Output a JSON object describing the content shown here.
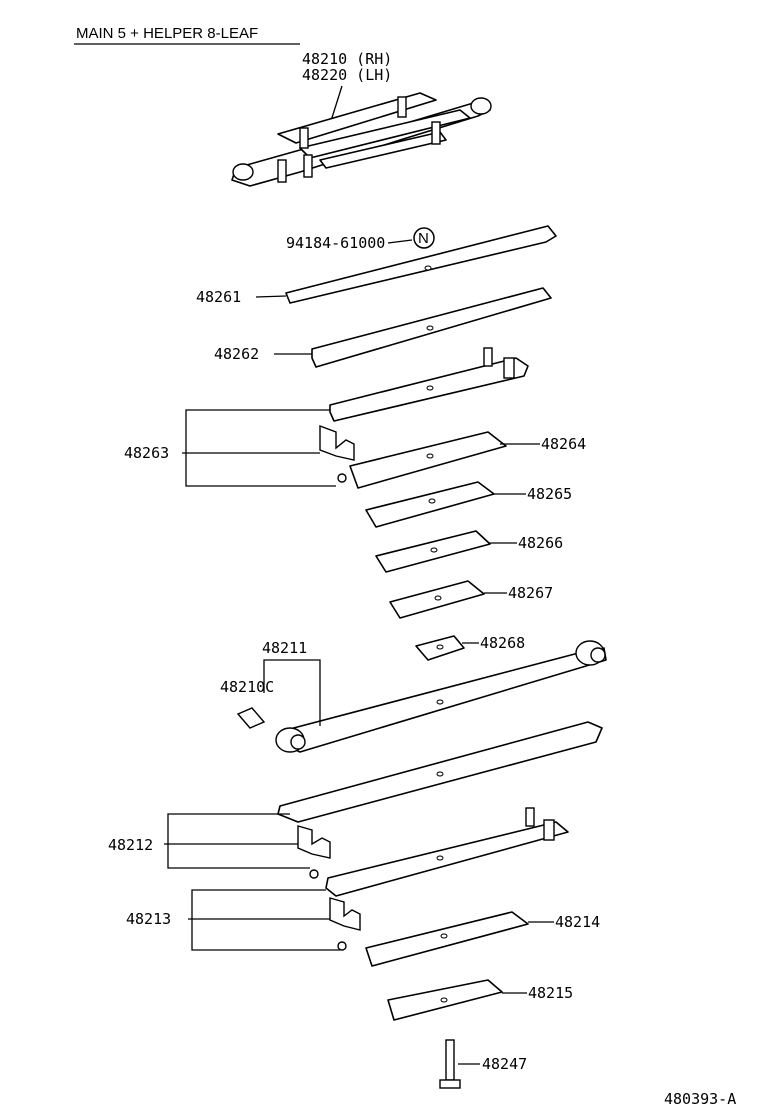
{
  "title": "MAIN 5 + HELPER 8-LEAF",
  "figure_id": "480393-A",
  "assembly": {
    "rh": "48210 (RH)",
    "lh": "48220 (LH)"
  },
  "notice_symbol": "N",
  "labels": {
    "p94184": "94184-61000",
    "p48261": "48261",
    "p48262": "48262",
    "p48263": "48263",
    "p48264": "48264",
    "p48265": "48265",
    "p48266": "48266",
    "p48267": "48267",
    "p48268": "48268",
    "p48211": "48211",
    "p48210c": "48210C",
    "p48212": "48212",
    "p48213": "48213",
    "p48214": "48214",
    "p48215": "48215",
    "p48247": "48247"
  }
}
